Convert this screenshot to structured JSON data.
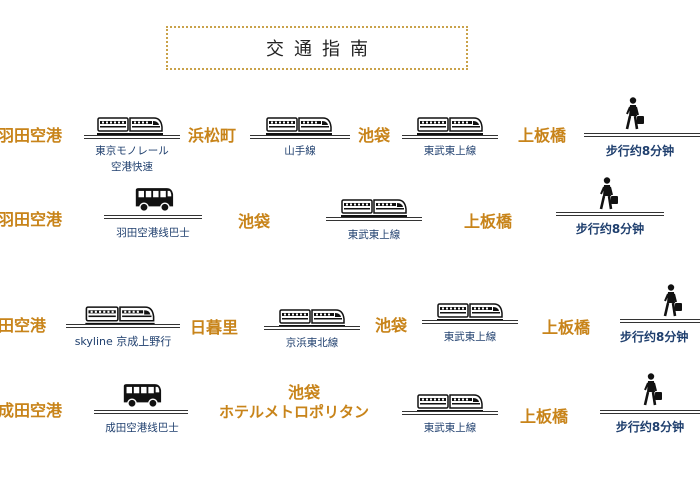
{
  "header": {
    "title": "交通指南"
  },
  "colors": {
    "station": "#c8841a",
    "route": "#1f3f6e",
    "title_border": "#c9a24a"
  },
  "rows": [
    {
      "from": "羽田空港",
      "seg1": {
        "route_line1": "東京モノレール",
        "route_line2": "空港快速",
        "icon": "train-icon"
      },
      "stop1": "浜松町",
      "seg2": {
        "route": "山手線",
        "icon": "train-icon"
      },
      "stop2": "池袋",
      "seg3": {
        "route": "東武東上線",
        "icon": "train-icon"
      },
      "dest": "上板橋",
      "walk": {
        "label": "步行约8分钟",
        "icon": "walker-icon"
      }
    },
    {
      "from": "羽田空港",
      "seg1": {
        "route": "羽田空港线巴士",
        "icon": "bus-icon"
      },
      "stop1": "池袋",
      "seg2": {
        "route": "東武東上線",
        "icon": "train-icon"
      },
      "dest": "上板橋",
      "walk": {
        "label": "步行约8分钟",
        "icon": "walker-icon"
      }
    },
    {
      "from": "田空港",
      "seg1": {
        "route": "skyline 京成上野行",
        "icon": "train-icon"
      },
      "stop1": "日暮里",
      "seg2": {
        "route": "京浜東北線",
        "icon": "train-icon"
      },
      "stop2": "池袋",
      "seg3": {
        "route": "東武東上線",
        "icon": "train-icon"
      },
      "dest": "上板橋",
      "walk": {
        "label": "步行约8分钟",
        "icon": "walker-icon"
      }
    },
    {
      "from": "成田空港",
      "seg1": {
        "route": "成田空港线巴士",
        "icon": "bus-icon"
      },
      "stop1_line1": "池袋",
      "stop1_line2": "ホテルメトロポリタン",
      "seg2": {
        "route": "東武東上線",
        "icon": "train-icon"
      },
      "dest": "上板橋",
      "walk": {
        "label": "步行约8分钟",
        "icon": "walker-icon"
      }
    }
  ]
}
